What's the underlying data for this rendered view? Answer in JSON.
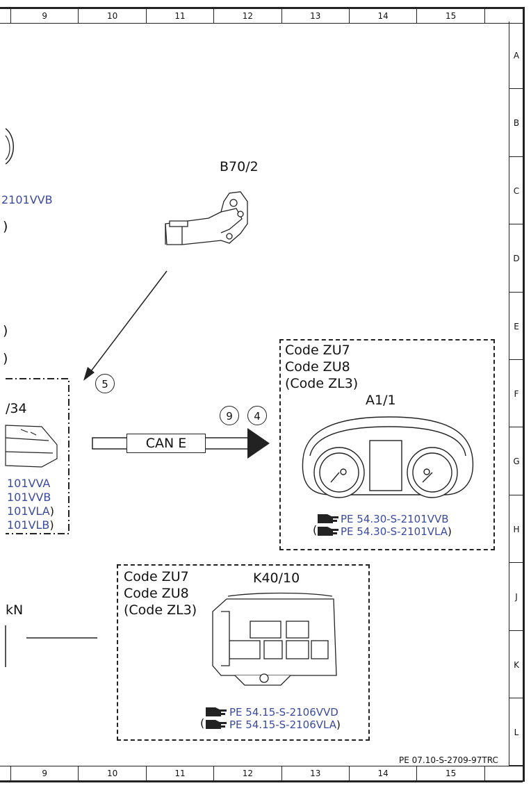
{
  "grid": {
    "columns": [
      "9",
      "10",
      "11",
      "12",
      "13",
      "14",
      "15"
    ],
    "rows": [
      "A",
      "B",
      "C",
      "D",
      "E",
      "F",
      "G",
      "H",
      "J",
      "K",
      "L"
    ]
  },
  "components": {
    "b70_2": {
      "label": "B70/2"
    },
    "a1_1": {
      "label": "A1/1",
      "codes": [
        "Code ZU7",
        "Code ZU8",
        "(Code ZL3)"
      ],
      "refs": [
        "PE 54.30-S-2101VVB",
        "PE 54.30-S-2101VLA"
      ],
      "ref_prefixes": [
        "",
        "("
      ],
      "ref_suffixes": [
        "",
        ")"
      ]
    },
    "k40_10": {
      "label": "K40/10",
      "codes": [
        "Code ZU7",
        "Code ZU8",
        "(Code ZL3)"
      ],
      "refs": [
        "PE 54.15-S-2106VVD",
        "PE 54.15-S-2106VLA"
      ],
      "ref_prefixes": [
        "",
        "("
      ],
      "ref_suffixes": [
        "",
        ")"
      ]
    },
    "left_module": {
      "label": "/34",
      "refs": [
        "101VVA",
        "101VVB",
        "101VLA",
        "101VLB"
      ],
      "ref_suffixes": [
        "",
        "",
        ")",
        ")"
      ]
    }
  },
  "partial_left": {
    "ref_top": "2101VVB",
    "paren1": ")",
    "paren2": ")",
    "paren3": ")",
    "kn_label": "kN"
  },
  "bus": {
    "label": "CAN E"
  },
  "callouts": {
    "five": "5",
    "nine": "9",
    "four": "4"
  },
  "document_id": "PE 07.10-S-2709-97TRC",
  "colors": {
    "ref_blue": "#3a4aa0",
    "line": "#222222"
  }
}
